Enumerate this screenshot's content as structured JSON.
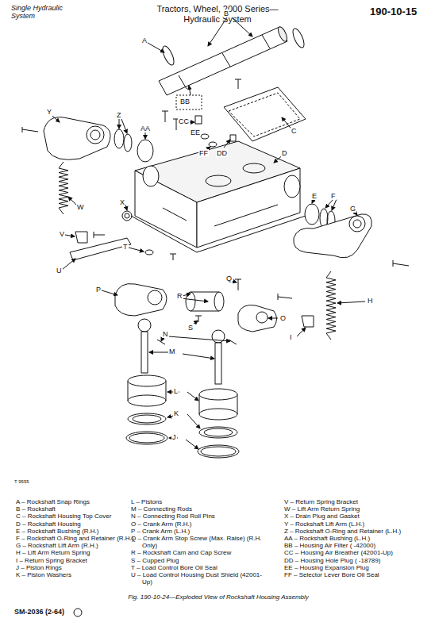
{
  "diagram": {
    "title": "Tractors, Wheel, 2000 Series— Hydraulic System",
    "caption": "Fig. 190-10-24—Exploded View of Rockshaft Housing Assembly",
    "labels": [
      "Single Hydraulic System",
      "190-10-15",
      "A",
      "B",
      "BB",
      "C",
      "CC",
      "EE",
      "FF",
      "DD",
      "D",
      "AA",
      "Z",
      "Y",
      "W",
      "X",
      "V",
      "T",
      "U",
      "E",
      "F",
      "G",
      "H",
      "I",
      "P",
      "R",
      "S",
      "Q",
      "O",
      "N",
      "M",
      "L",
      "K",
      "J",
      "T 9555",
      "A – Rockshaft Snap Rings",
      "B – Rockshaft",
      "C – Rockshaft Housing Top Cover",
      "D – Rockshaft Housing",
      "E – Rockshaft Bushing (R.H.)",
      "F – Rockshaft O-Ring and Retainer (R.H.)",
      "G – Rockshaft Lift Arm (R.H.)",
      "H – Lift Arm Return Spring",
      "I – Return Spring Bracket",
      "J – Piston Rings",
      "K – Piston Washers",
      "L – Pistons",
      "M – Connecting Rods",
      "N – Connecting Rod Roll Pins",
      "O – Crank Arm (R.H.)",
      "P – Crank Arm (L.H.)",
      "Q – Crank Arm Stop Screw (Max. Raise) (R.H. Only)",
      "R – Rockshaft Cam and Cap Screw",
      "S – Cupped Plug",
      "T – Load Control Bore Oil Seal",
      "U – Load Control Housing Dust Shield (42001-Up)",
      "V – Return Spring Bracket",
      "W – Lift Arm Return Spring",
      "X – Drain Plug and Gasket",
      "Y – Rockshaft Lift Arm (L.H.)",
      "Z – Rockshaft O-Ring and Retainer (L.H.)",
      "AA – Rockshaft Bushing (L.H.)",
      "BB – Housing Air Filter ( -42000)",
      "CC – Housing Air Breather (42001-Up)",
      "DD – Housing Hole Plug ( -18789)",
      "EE – Housing Expansion Plug",
      "FF – Selector Lever Bore Oil Seal",
      "SM-2036 (2-64)"
    ]
  }
}
